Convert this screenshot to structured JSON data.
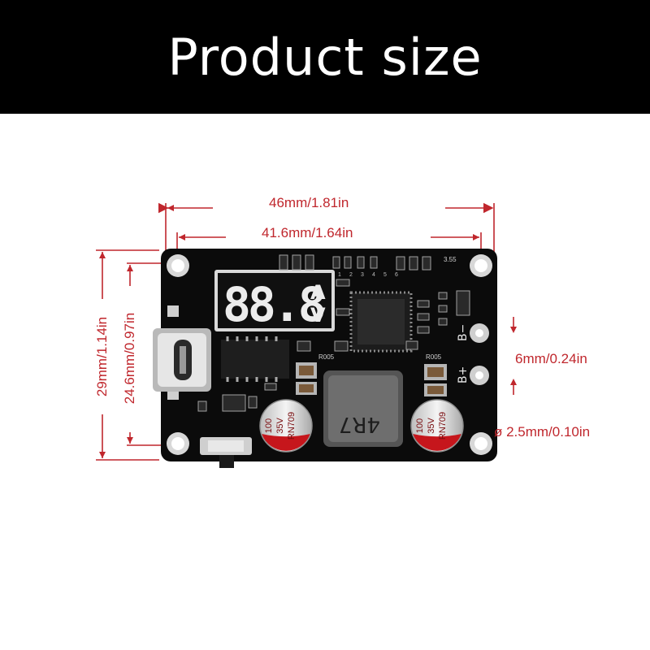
{
  "banner": {
    "title": "Product size"
  },
  "dimensions": {
    "outer_width": "46mm/1.81in",
    "hole_width": "41.6mm/1.64in",
    "outer_height": "29mm/1.14in",
    "hole_height": "24.6mm/0.97in",
    "terminal_spacing": "6mm/0.24in",
    "hole_diameter": "ø 2.5mm/0.10in"
  },
  "board": {
    "display_digits": "88.8",
    "unit_a": "A",
    "unit_v": "V",
    "terminal_neg": "B−",
    "terminal_pos": "B+",
    "inductor_marking": "4R7",
    "cap_left": [
      "100",
      "35V",
      "RN709"
    ],
    "cap_right": [
      "100",
      "35V",
      "RN709"
    ],
    "resistor_1": "R005",
    "resistor_2": "R005",
    "corner_mark": "3.55",
    "pin_numbers": [
      "1",
      "2",
      "3",
      "4",
      "5",
      "6"
    ]
  },
  "colors": {
    "dimension_red": "#c0272d",
    "pcb_black": "#0b0b0b",
    "banner_black": "#000000"
  }
}
